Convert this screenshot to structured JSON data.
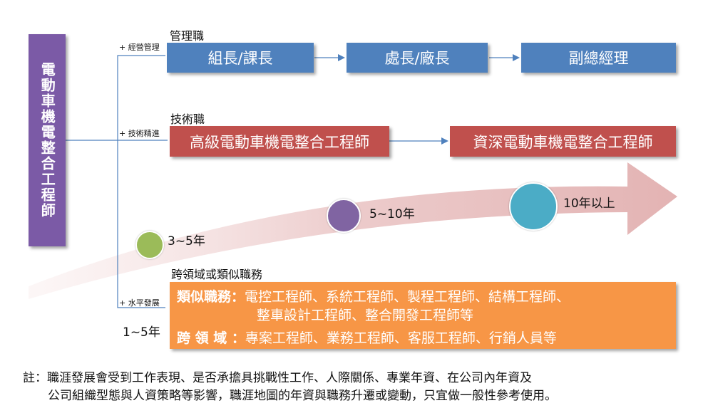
{
  "side_title": "電動車機電整合工程師",
  "branches": {
    "management": {
      "tag": "+ 經營管理",
      "title": "管理職",
      "steps": [
        "組長/課長",
        "處長/廠長",
        "副總經理"
      ]
    },
    "technical": {
      "tag": "+ 技術精進",
      "title": "技術職",
      "steps": [
        "高級電動車機電整合工程師",
        "資深電動車機電整合工程師"
      ]
    },
    "horizontal": {
      "tag": "+ 水平發展",
      "title": "跨領域或類似職務",
      "years": "1~5年"
    }
  },
  "timeline": [
    {
      "label": "3~5年",
      "color": "#9bbb59"
    },
    {
      "label": "5~10年",
      "color": "#8064a2"
    },
    {
      "label": "10年以上",
      "color": "#4bacc6"
    }
  ],
  "orange_box": {
    "similar_head": "類似職務：",
    "similar_line1": "電控工程師、系統工程師、製程工程師、結構工程師、",
    "similar_line2": "整車設計工程師、整合開發工程師等",
    "cross_head": "跨 領 域 ：",
    "cross_text": "專案工程師、業務工程師、客服工程師、行銷人員等"
  },
  "note": {
    "line1": "註：職涯發展會受到工作表現、是否承擔具挑戰性工作、人際關係、專業年資、在公司內年資及",
    "line2": "公司組織型態與人資策略等影響，職涯地圖的年資與職務升遷或變動，只宜做一般性參考使用。"
  }
}
